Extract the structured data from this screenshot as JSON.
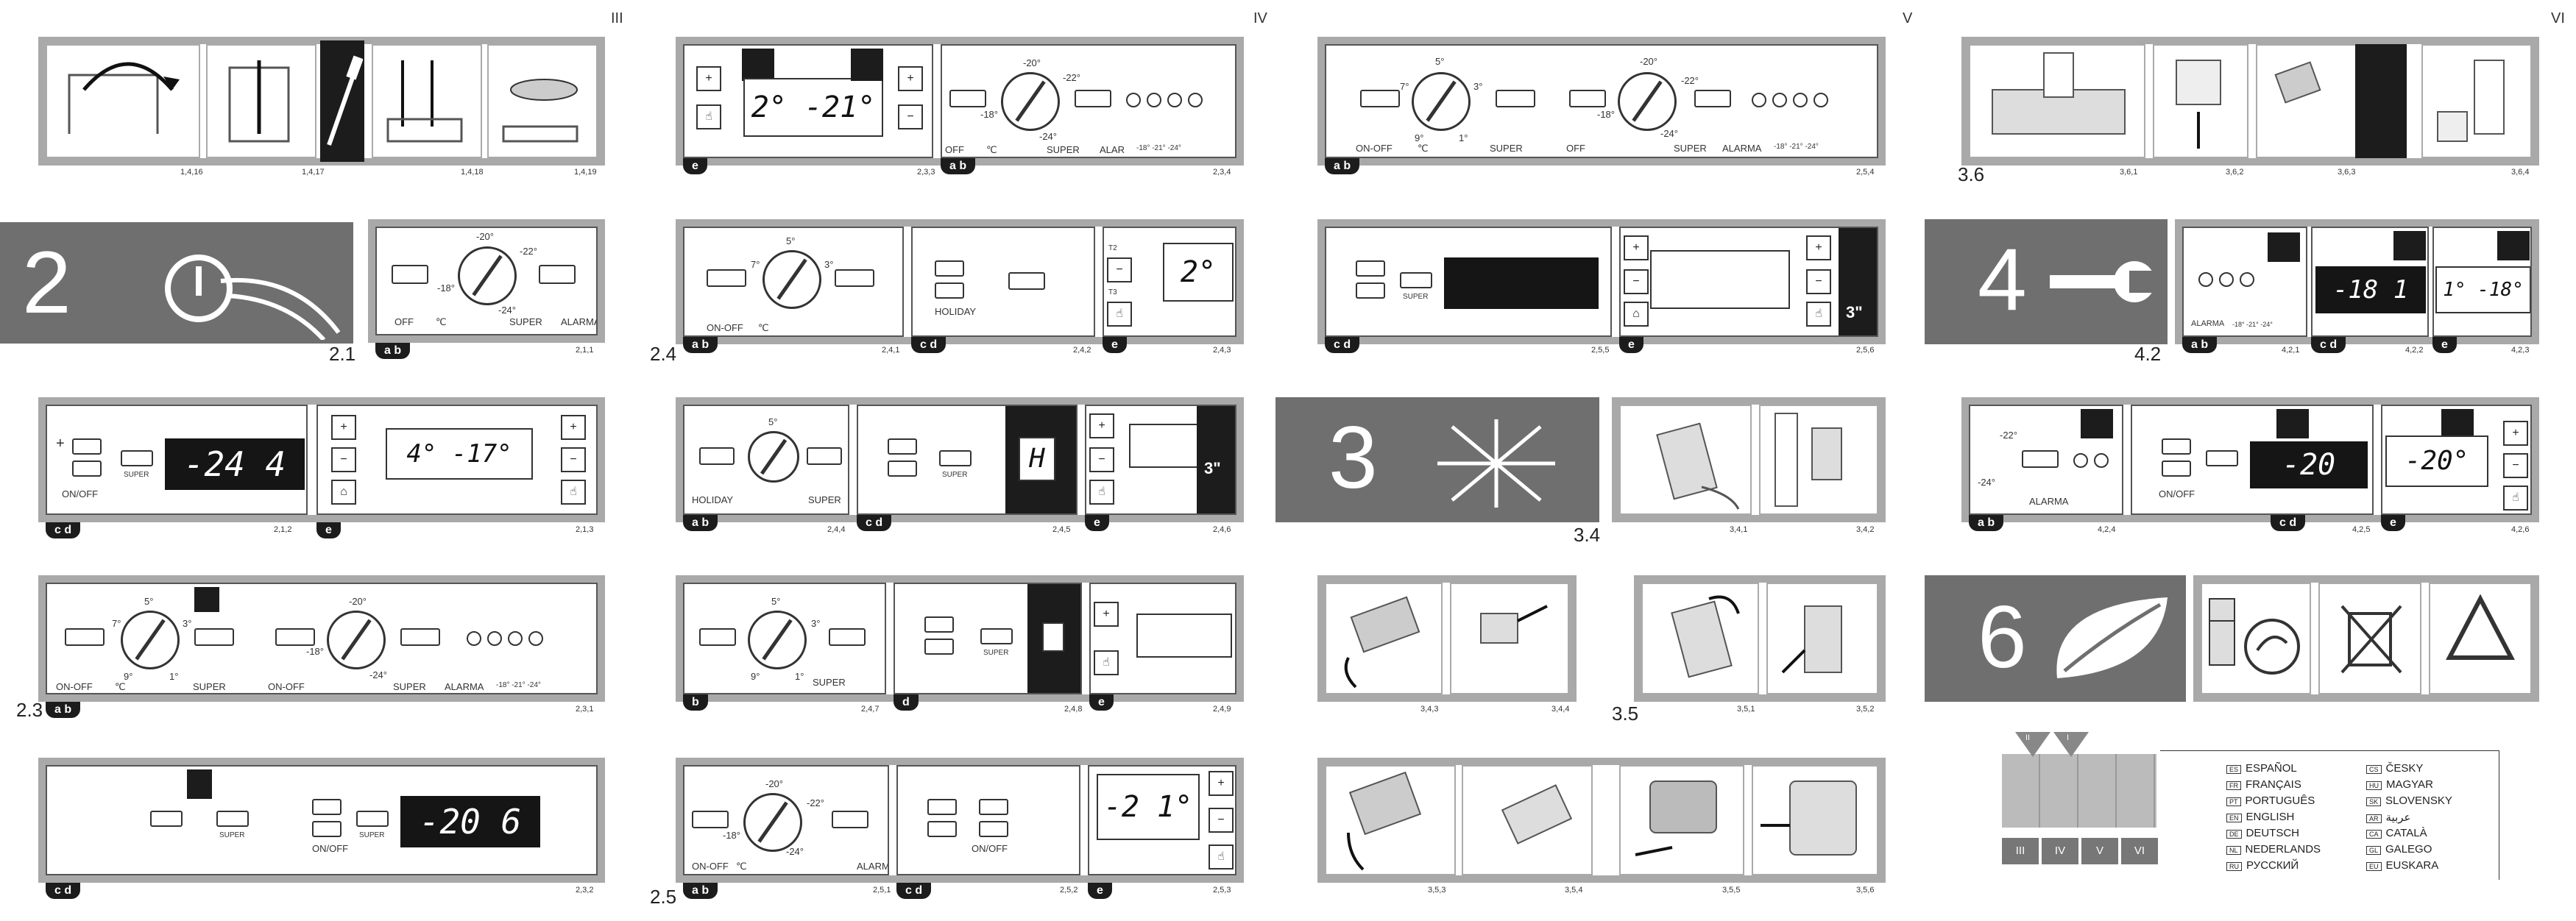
{
  "page_columns": [
    "III",
    "IV",
    "V",
    "VI"
  ],
  "sections": {
    "sec2": {
      "number": "2",
      "sublabel": "2.1"
    },
    "sec3": {
      "number": "3",
      "sublabel": "3.4"
    },
    "sec4": {
      "number": "4",
      "sublabel": "4.2"
    },
    "sec6": {
      "number": "6"
    }
  },
  "step_labels": {
    "s23": "2.3",
    "s24": "2.4",
    "s25": "2.5",
    "s35": "3.5",
    "s36": "3.6"
  },
  "refs": {
    "r1416": "1,4,16",
    "r1417": "1,4,17",
    "r1418": "1,4,18",
    "r1419": "1,4,19",
    "r211": "2,1,1",
    "r212": "2,1,2",
    "r213": "2,1,3",
    "r231": "2,3,1",
    "r232": "2,3,2",
    "r233": "2,3,3",
    "r234": "2,3,4",
    "r241": "2,4,1",
    "r242": "2,4,2",
    "r243": "2,4,3",
    "r244": "2,4,4",
    "r245": "2,4,5",
    "r246": "2,4,6",
    "r247": "2,4,7",
    "r248": "2,4,8",
    "r249": "2,4,9",
    "r251": "2,5,1",
    "r252": "2,5,2",
    "r253": "2,5,3",
    "r254": "2,5,4",
    "r255": "2,5,5",
    "r256": "2,5,6",
    "r341": "3,4,1",
    "r342": "3,4,2",
    "r343": "3,4,3",
    "r344": "3,4,4",
    "r351": "3,5,1",
    "r352": "3,5,2",
    "r353": "3,5,3",
    "r354": "3,5,4",
    "r355": "3,5,5",
    "r356": "3,5,6",
    "r361": "3,6,1",
    "r362": "3,6,2",
    "r363": "3,6,3",
    "r364": "3,6,4",
    "r421": "4,2,1",
    "r422": "4,2,2",
    "r423": "4,2,3",
    "r424": "4,2,4",
    "r425": "4,2,5",
    "r426": "4,2,6"
  },
  "pills": {
    "ab": "a b",
    "cd": "c d",
    "e": "e",
    "b": "b",
    "d": "d"
  },
  "panel_text": {
    "on_off": "ON-OFF",
    "super": "SUPER",
    "alarma": "ALARMA",
    "alar": "ALAR",
    "off": "OFF",
    "holiday": "HOLIDAY",
    "on_off_small": "ON/OFF",
    "temps": "-18° -21° -24°",
    "dial_low": "-18°",
    "dial_high": "-24°",
    "dial_top": "-20°",
    "dial_right": "-22°",
    "fridge_top": "5°",
    "fridge_left": "7°",
    "fridge_right": "3°",
    "fridge_bl": "9°",
    "fridge_br": "1°",
    "celsius": "℃",
    "plus": "+",
    "minus": "−",
    "three_sec": "3\"",
    "letter_h": "H",
    "t2": "T2",
    "t3": "T3"
  },
  "lcd": {
    "d233": "2° -21°",
    "d212": "-24 4",
    "d213": "4° -17°",
    "d232": "-20 6",
    "d243": "2°",
    "d245": "H",
    "d253": "-2 1°",
    "d422": "-18 1",
    "d423": "1°  -18°",
    "d425": "-20",
    "d426": "-20°"
  },
  "languages_left": [
    {
      "code": "ES",
      "name": "ESPAÑOL"
    },
    {
      "code": "FR",
      "name": "FRANÇAIS"
    },
    {
      "code": "PT",
      "name": "PORTUGUÊS"
    },
    {
      "code": "EN",
      "name": "ENGLISH"
    },
    {
      "code": "DE",
      "name": "DEUTSCH"
    },
    {
      "code": "NL",
      "name": "NEDERLANDS"
    },
    {
      "code": "RU",
      "name": "РУССКИЙ"
    }
  ],
  "languages_right": [
    {
      "code": "CS",
      "name": "ČESKY"
    },
    {
      "code": "HU",
      "name": "MAGYAR"
    },
    {
      "code": "SK",
      "name": "SLOVENSKY"
    },
    {
      "code": "AR",
      "name": "عربية"
    },
    {
      "code": "CA",
      "name": "CATALÀ"
    },
    {
      "code": "GL",
      "name": "GALEGO"
    },
    {
      "code": "EU",
      "name": "EUSKARA"
    }
  ],
  "booklet": {
    "arrow_left": "II",
    "arrow_right": "I",
    "tabs": [
      "III",
      "IV",
      "V",
      "VI"
    ]
  },
  "icons": [
    "power-finger-icon",
    "spark-burst-icon",
    "wrench-icon",
    "leaf-icon",
    "recycle-icon",
    "crossed-bin-icon",
    "eco-arrows-icon",
    "fridge-icon",
    "finger-press-icon",
    "lock-icon",
    "alarm-icon"
  ]
}
